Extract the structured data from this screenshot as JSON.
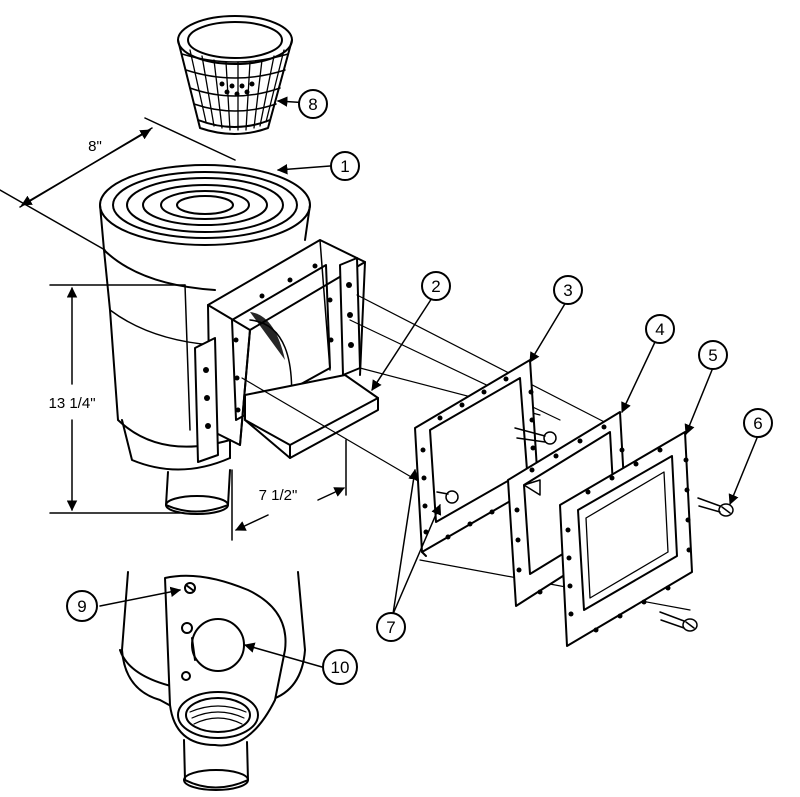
{
  "dimensions": {
    "width_label": "8\"",
    "height_label": "13 1/4\"",
    "depth_label": "7 1/2\""
  },
  "callouts": [
    "1",
    "2",
    "3",
    "4",
    "5",
    "6",
    "7",
    "8",
    "9",
    "10"
  ]
}
